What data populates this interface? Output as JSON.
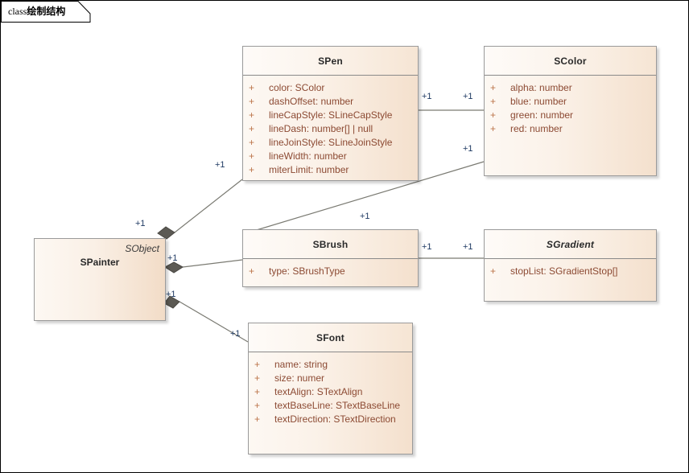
{
  "frame": {
    "keyword": "class",
    "name": "绘制结构"
  },
  "diagram": {
    "type": "uml-class-diagram",
    "background_color": "#ffffff",
    "class_fill_light": "#fdf8f3",
    "class_fill_dark": "#f4e0cd",
    "class_border_color": "#9a9a9a",
    "attribute_text_color": "#8c4a33",
    "visibility_color": "#bc7449",
    "multiplicity_color": "#1f3a63",
    "connector_color": "#7a7a72"
  },
  "classes": [
    {
      "id": "spainter",
      "name": "SPainter",
      "stereotype": "SObject",
      "abstract": false,
      "style": "plain",
      "attributes": []
    },
    {
      "id": "spen",
      "name": "SPen",
      "abstract": false,
      "style": "compartment",
      "attributes": [
        {
          "visibility": "+",
          "text": "color: SColor"
        },
        {
          "visibility": "+",
          "text": "dashOffset: number"
        },
        {
          "visibility": "+",
          "text": "lineCapStyle: SLineCapStyle"
        },
        {
          "visibility": "+",
          "text": "lineDash: number[] | null"
        },
        {
          "visibility": "+",
          "text": "lineJoinStyle: SLineJoinStyle"
        },
        {
          "visibility": "+",
          "text": "lineWidth: number"
        },
        {
          "visibility": "+",
          "text": "miterLimit: number"
        }
      ]
    },
    {
      "id": "scolor",
      "name": "SColor",
      "abstract": false,
      "style": "compartment",
      "attributes": [
        {
          "visibility": "+",
          "text": "alpha: number"
        },
        {
          "visibility": "+",
          "text": "blue: number"
        },
        {
          "visibility": "+",
          "text": "green: number"
        },
        {
          "visibility": "+",
          "text": "red: number"
        }
      ]
    },
    {
      "id": "sbrush",
      "name": "SBrush",
      "abstract": false,
      "style": "compartment",
      "attributes": [
        {
          "visibility": "+",
          "text": "type: SBrushType"
        }
      ]
    },
    {
      "id": "sgradient",
      "name": "SGradient",
      "abstract": true,
      "style": "compartment",
      "attributes": [
        {
          "visibility": "+",
          "text": "stopList: SGradientStop[]"
        }
      ]
    },
    {
      "id": "sfont",
      "name": "SFont",
      "abstract": false,
      "style": "compartment",
      "attributes": [
        {
          "visibility": "+",
          "text": "name: string"
        },
        {
          "visibility": "+",
          "text": "size: numer"
        },
        {
          "visibility": "+",
          "text": "textAlign: STextAlign"
        },
        {
          "visibility": "+",
          "text": "textBaseLine: STextBaseLine"
        },
        {
          "visibility": "+",
          "text": "textDirection: STextDirection"
        }
      ]
    }
  ],
  "associations": [
    {
      "id": "painter-pen",
      "from": "spainter",
      "to": "spen",
      "kind": "composition",
      "source_multiplicity": "+1",
      "target_multiplicity": "+1"
    },
    {
      "id": "painter-brush",
      "from": "spainter",
      "to": "sbrush",
      "kind": "composition",
      "source_multiplicity": "+1",
      "target_multiplicity": "+1"
    },
    {
      "id": "painter-font",
      "from": "spainter",
      "to": "sfont",
      "kind": "composition",
      "source_multiplicity": "+1",
      "target_multiplicity": "+1"
    },
    {
      "id": "pen-color",
      "from": "spen",
      "to": "scolor",
      "kind": "association",
      "source_multiplicity": "+1",
      "target_multiplicity": "+1"
    },
    {
      "id": "brush-color",
      "from": "sbrush",
      "to": "scolor",
      "kind": "association",
      "source_multiplicity": "+1",
      "target_multiplicity": "+1"
    },
    {
      "id": "brush-gradient",
      "from": "sbrush",
      "to": "sgradient",
      "kind": "association",
      "source_multiplicity": "+1",
      "target_multiplicity": "+1"
    }
  ],
  "multiplicity_labels": [
    {
      "id": "m-pen-left",
      "text": "+1"
    },
    {
      "id": "m-pen-right",
      "text": "+1"
    },
    {
      "id": "m-color-left-top",
      "text": "+1"
    },
    {
      "id": "m-color-left-bot",
      "text": "+1"
    },
    {
      "id": "m-painter-top",
      "text": "+1"
    },
    {
      "id": "m-painter-mid",
      "text": "+1"
    },
    {
      "id": "m-painter-bot",
      "text": "+1"
    },
    {
      "id": "m-brush-topleft",
      "text": "+1"
    },
    {
      "id": "m-brush-left",
      "text": "+1"
    },
    {
      "id": "m-brush-right",
      "text": "+1"
    },
    {
      "id": "m-gradient-left",
      "text": "+1"
    },
    {
      "id": "m-font-left",
      "text": "+1"
    }
  ]
}
